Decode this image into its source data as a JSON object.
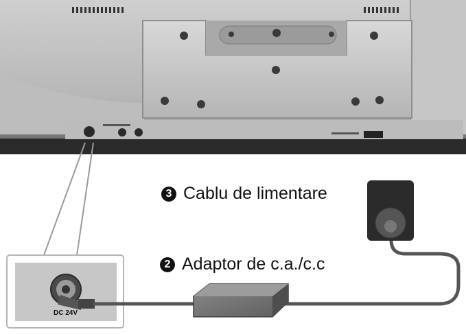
{
  "labels": {
    "power_cable": {
      "number": "3",
      "text": "Cablu de limentare"
    },
    "adapter": {
      "number": "2",
      "text": "Adaptor de c.a./c.c"
    },
    "dc_input": "DC 24V"
  }
}
